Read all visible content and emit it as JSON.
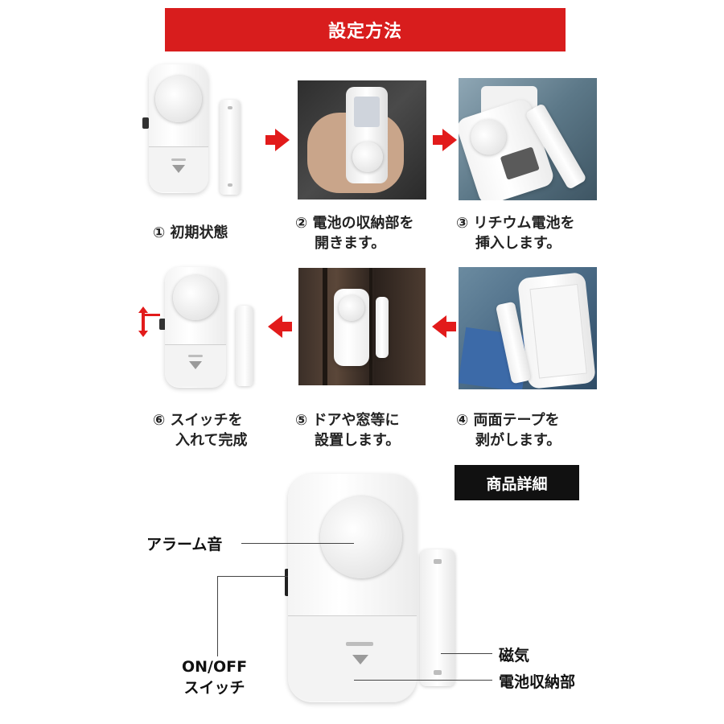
{
  "header": {
    "title": "設定方法"
  },
  "steps": [
    {
      "num": "①",
      "text": "初期状態"
    },
    {
      "num": "②",
      "line1": "電池の収納部を",
      "line2": "開きます。"
    },
    {
      "num": "③",
      "line1": "リチウム電池を",
      "line2": "挿入します。"
    },
    {
      "num": "④",
      "line1": "両面テープを",
      "line2": "剥がします。"
    },
    {
      "num": "⑤",
      "line1": "ドアや窓等に",
      "line2": "設置します。"
    },
    {
      "num": "⑥",
      "line1": "スイッチを",
      "line2": "入れて完成"
    }
  ],
  "details": {
    "title": "商品詳細",
    "alarm_label": "アラーム音",
    "switch_label_1": "ON/OFF",
    "switch_label_2": "スイッチ",
    "magnet_label": "磁気",
    "battery_label": "電池収納部"
  },
  "colors": {
    "accent": "#d81d1d",
    "arrow": "#e21b1b",
    "badge": "#111111"
  }
}
